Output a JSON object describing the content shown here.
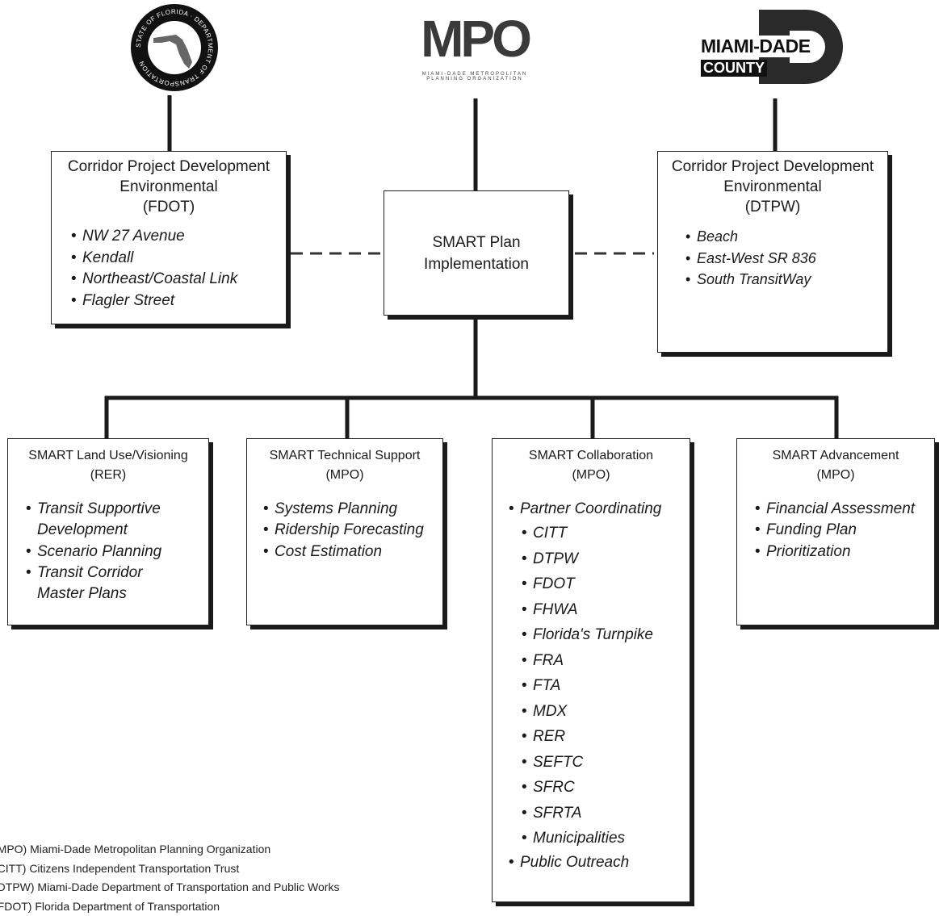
{
  "logos": {
    "fdot": {
      "ring_text": "STATE OF FLORIDA · DEPARTMENT OF TRANSPORTATION"
    },
    "mpo": {
      "letters": "MPO",
      "caption_1": "MIAMI-DADE METROPOLITAN",
      "caption_2": "PLANNING ORGANIZATION"
    },
    "county": {
      "line_1": "MIAMI-DADE",
      "line_2": "COUNTY",
      "letter": "D"
    }
  },
  "center": {
    "title": "SMART Plan Implementation"
  },
  "fdot_box": {
    "title_1": "Corridor Project Development",
    "title_2": "Environmental",
    "title_3": "(FDOT)",
    "items": [
      "NW 27 Avenue",
      "Kendall",
      "Northeast/Coastal Link",
      "Flagler Street"
    ]
  },
  "dtpw_box": {
    "title_1": "Corridor Project Development",
    "title_2": "Environmental",
    "title_3": "(DTPW)",
    "items": [
      "Beach",
      "East-West SR 836",
      "South TransitWay"
    ]
  },
  "landuse": {
    "title_1": "SMART Land Use/Visioning",
    "title_2": "(RER)",
    "items": [
      "Transit Supportive Development",
      "Scenario Planning",
      "Transit Corridor Master Plans"
    ]
  },
  "technical": {
    "title_1": "SMART Technical Support",
    "title_2": "(MPO)",
    "items": [
      "Systems Planning",
      "Ridership Forecasting",
      "Cost Estimation"
    ]
  },
  "collaboration": {
    "title_1": "SMART Collaboration",
    "title_2": "(MPO)",
    "partner": "Partner Coordinating",
    "partners": [
      "CITT",
      "DTPW",
      "FDOT",
      "FHWA",
      "Florida's Turnpike",
      "FRA",
      "FTA",
      "MDX",
      "RER",
      "SEFTC",
      "SFRC",
      "SFRTA",
      "Municipalities"
    ],
    "outreach": "Public Outreach"
  },
  "advancement": {
    "title_1": "SMART Advancement",
    "title_2": "(MPO)",
    "items": [
      "Financial Assessment",
      "Funding Plan",
      "Prioritization"
    ]
  },
  "legend": [
    "(MPO) Miami-Dade Metropolitan Planning Organization",
    "(CITT) Citizens Independent Transportation Trust",
    "(DTPW) Miami-Dade Department of Transportation and Public Works",
    "(FDOT) Florida Department of Transportation"
  ]
}
